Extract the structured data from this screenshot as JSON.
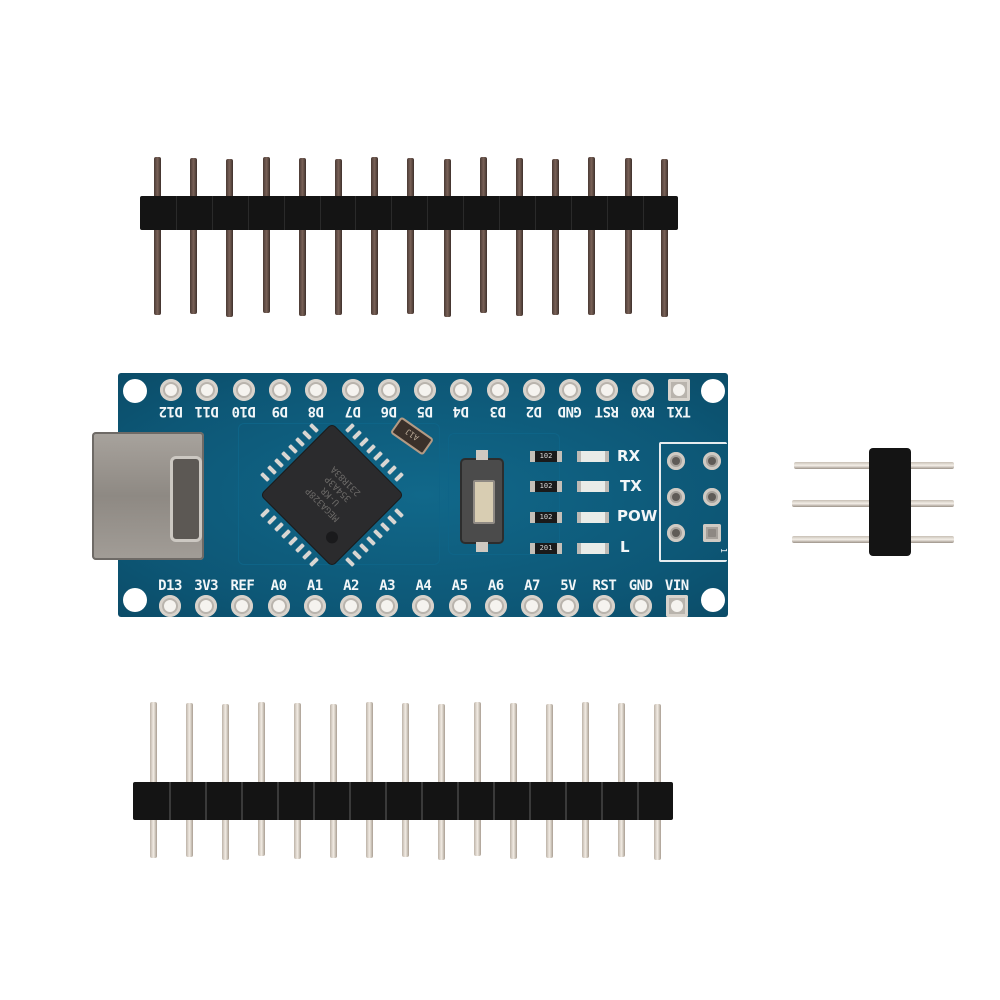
{
  "scene": {
    "subject": "Arduino Nano compatible board with USB Type-C and loose pin headers",
    "background_color": "#ffffff",
    "board_color": "#0f5a78"
  },
  "board": {
    "top_row_labels": [
      "D12",
      "D11",
      "D10",
      "D9",
      "D8",
      "D7",
      "D6",
      "D5",
      "D4",
      "D3",
      "D2",
      "GND",
      "RST",
      "RX0",
      "TX1"
    ],
    "bottom_row_labels": [
      "D13",
      "3V3",
      "REF",
      "A0",
      "A1",
      "A2",
      "A3",
      "A4",
      "A5",
      "A6",
      "A7",
      "5V",
      "RST",
      "GND",
      "VIN"
    ],
    "chip": {
      "lines": [
        "MEGA328P",
        "U-KR",
        "354A3P",
        "231R83A"
      ]
    },
    "crystal_marking": "A1J",
    "resistors": [
      "102",
      "102",
      "102",
      "201"
    ],
    "leds": [
      {
        "label": "RX"
      },
      {
        "label": "TX"
      },
      {
        "label": "POW"
      },
      {
        "label": "L"
      }
    ],
    "icsp_marker": "1",
    "usb_connector": "usb-c"
  },
  "headers": {
    "top_strip": {
      "pin_count": 15,
      "pin_finish": "dark"
    },
    "bottom_strip": {
      "pin_count": 15,
      "pin_finish": "silver"
    },
    "side_strip": {
      "pin_count": 3,
      "orientation": "horizontal"
    }
  }
}
